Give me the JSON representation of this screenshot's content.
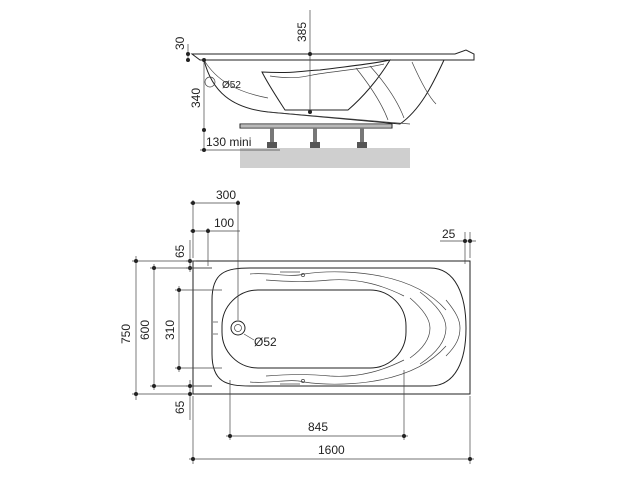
{
  "side_view": {
    "dim_rim": "30",
    "dim_depth": "385",
    "dim_height": "340",
    "dim_drain": "Ø52",
    "dim_legs": "130 mini"
  },
  "top_view": {
    "dim_300": "300",
    "dim_100": "100",
    "dim_25": "25",
    "dim_65_top": "65",
    "dim_65_bottom": "65",
    "dim_750": "750",
    "dim_600": "600",
    "dim_310": "310",
    "dim_drain": "Ø52",
    "dim_845": "845",
    "dim_1600": "1600"
  }
}
